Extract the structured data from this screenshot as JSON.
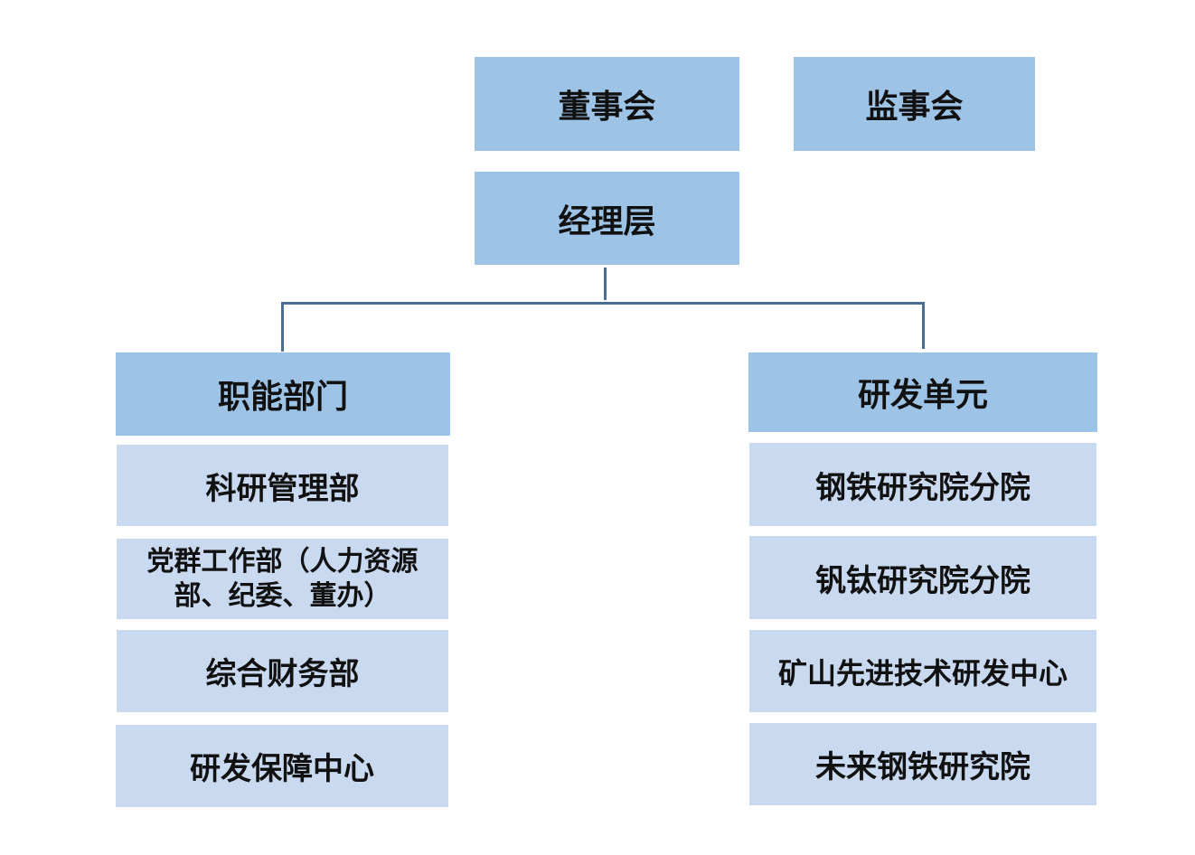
{
  "top": {
    "board": "董事会",
    "supervisory": "监事会",
    "management": "经理层"
  },
  "left": {
    "header": "职能部门",
    "items": [
      "科研管理部",
      "党群工作部（人力资源部、纪委、董办）",
      "综合财务部",
      "研发保障中心"
    ]
  },
  "right": {
    "header": "研发单元",
    "items": [
      "钢铁研究院分院",
      "钒钛研究院分院",
      "矿山先进技术研发中心",
      "未来钢铁研究院"
    ]
  },
  "colors": {
    "header_fill": "#9dc3e6",
    "item_fill": "#c9d9f0",
    "connector": "#4a6d93"
  }
}
